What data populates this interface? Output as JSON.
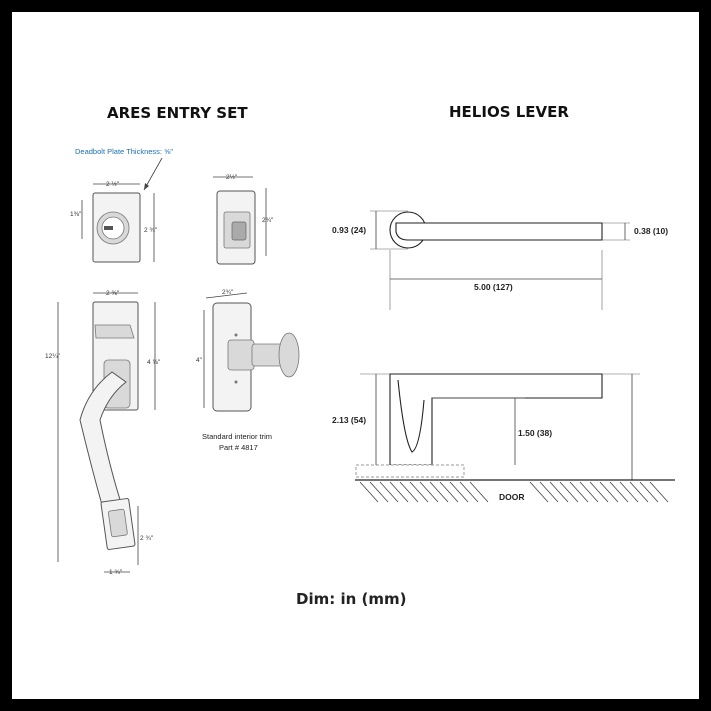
{
  "left_title": "ARES ENTRY SET",
  "right_title": "HELIOS LEVER",
  "footer": "Dim: in (mm)",
  "deadbolt": {
    "plate_note": "Deadbolt Plate Thickness: ⅝\"",
    "width": "2 ½\"",
    "height": "2 ¾\"",
    "cyl_height": "1⅜\""
  },
  "interior_deadbolt": {
    "width": "2½\"",
    "height": "2¾\""
  },
  "handle": {
    "top_width": "2 ⅜\"",
    "overall_height": "12¼\"",
    "upper_plate_height": "4 ⅝\"",
    "lower_plate_height": "2 ¾\"",
    "bottom_width": "1 ¾\""
  },
  "interior_trim": {
    "width": "2¾\"",
    "height": "4\"",
    "caption_line1": "Standard interior trim",
    "caption_line2": "Part # 4817"
  },
  "helios_top": {
    "rose_height": "0.93 (24)",
    "lever_thickness": "0.38 (10)",
    "length": "5.00 (127)"
  },
  "helios_side": {
    "projection": "2.13 (54)",
    "clearance": "1.50 (38)",
    "door_label": "DOOR"
  }
}
